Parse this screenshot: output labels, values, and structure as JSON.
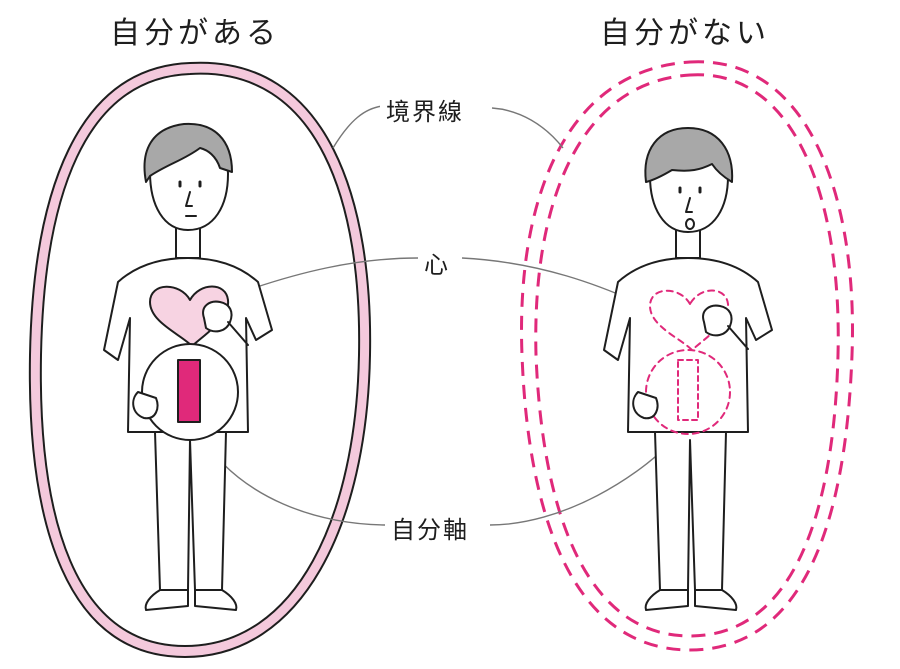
{
  "titles": {
    "left": "自分がある",
    "right": "自分がない"
  },
  "labels": {
    "boundary": "境界線",
    "heart": "心",
    "axis": "自分軸"
  },
  "axis_glyph": "I",
  "colors": {
    "line": "#1e1e1e",
    "pink": "#e0297a",
    "pink_light": "#f7d3e2",
    "boundary_fill": "#f4c9dc",
    "hair": "#a8a8a8"
  }
}
